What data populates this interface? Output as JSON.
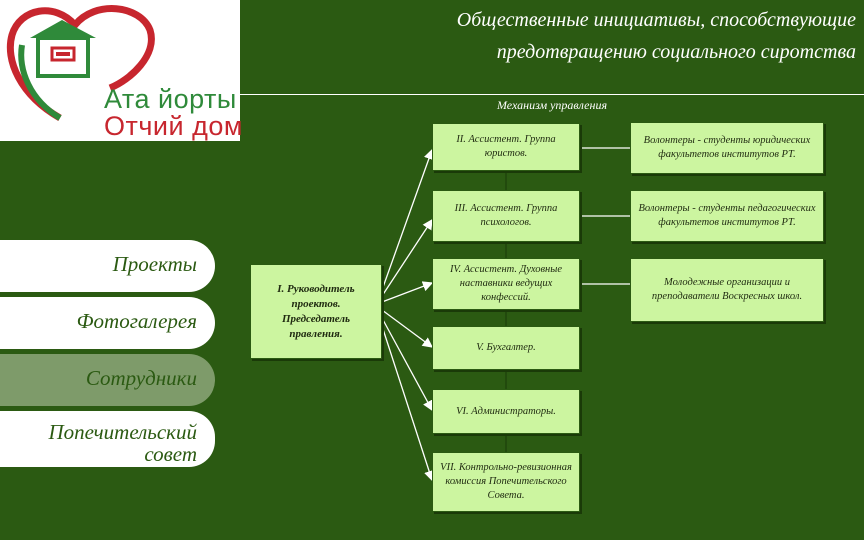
{
  "logo": {
    "line1": "Ата йорты",
    "line2": "Отчий дом"
  },
  "header": {
    "title_line1": "Общественные инициативы, способствующие",
    "title_line2": "предотвращению социального сиротства",
    "subtitle": "Механизм управления"
  },
  "nav": {
    "items": [
      {
        "label": "Проекты"
      },
      {
        "label": "Фотогалерея"
      },
      {
        "label": "Сотрудники"
      },
      {
        "label_line1": "Попечительский",
        "label_line2": "совет"
      }
    ]
  },
  "org": {
    "leader": "I. Руководитель проектов. Председатель правления.",
    "assistants": [
      "II. Ассистент. Группа юристов.",
      "III. Ассистент. Группа психологов.",
      "IV. Ассистент. Духовные наставники ведущих конфессий.",
      "V. Бухгалтер.",
      "VI. Администраторы.",
      "VII. Контрольно-ревизионная комиссия Попечительского Совета."
    ],
    "volunteers": [
      "Волонтеры - студенты юридических факультетов институтов РТ.",
      "Волонтеры - студенты педагогических факультетов институтов РТ.",
      "Молодежные организации и преподаватели Воскресных школ."
    ]
  },
  "colors": {
    "background": "#2b5a12",
    "box_fill": "#ccf5a0",
    "logo_green": "#2f8a3a",
    "logo_red": "#c7262e",
    "nav_active": "#7e9b6a"
  }
}
